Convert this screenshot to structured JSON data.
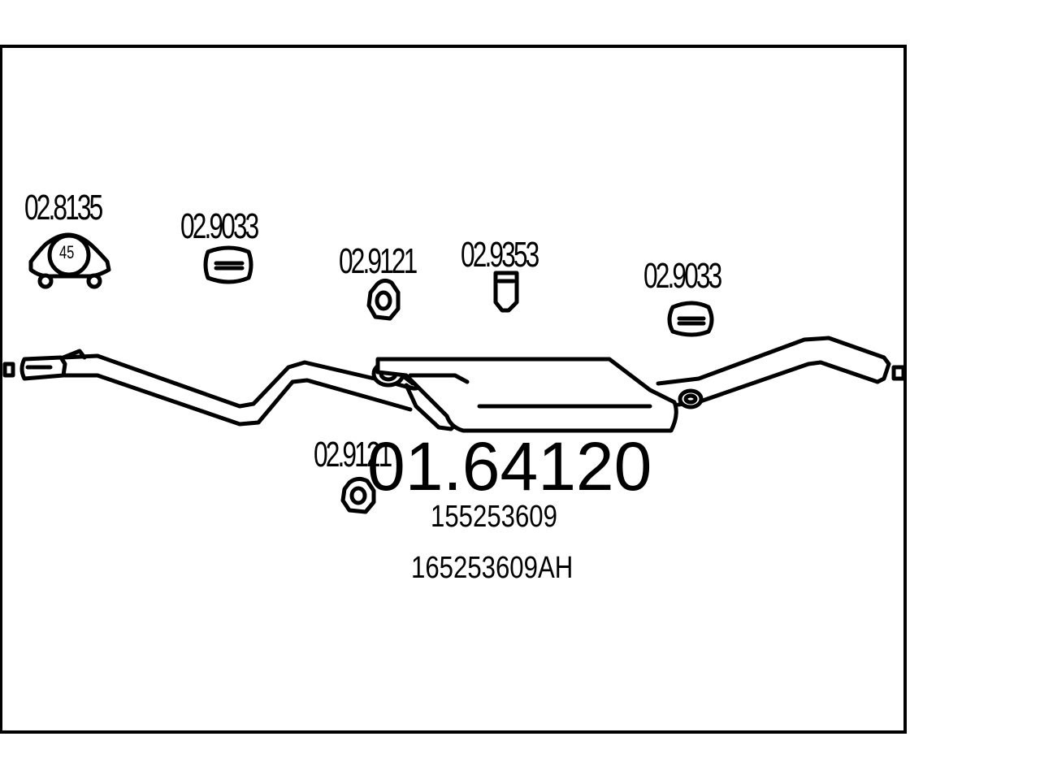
{
  "main_part_number": "01.64120",
  "oem_numbers": [
    "155253609",
    "165253609AH"
  ],
  "components": [
    {
      "part_no": "02.8135",
      "kind": "clamp",
      "badge": "45"
    },
    {
      "part_no": "02.9033",
      "kind": "rubber-hanger"
    },
    {
      "part_no": "02.9121",
      "kind": "rubber-ring"
    },
    {
      "part_no": "02.9353",
      "kind": "mounting-bracket"
    },
    {
      "part_no": "02.9033",
      "kind": "rubber-hanger"
    },
    {
      "part_no": "02.9121",
      "kind": "rubber-ring"
    }
  ],
  "colors": {
    "line": "#000000",
    "background": "#ffffff"
  }
}
